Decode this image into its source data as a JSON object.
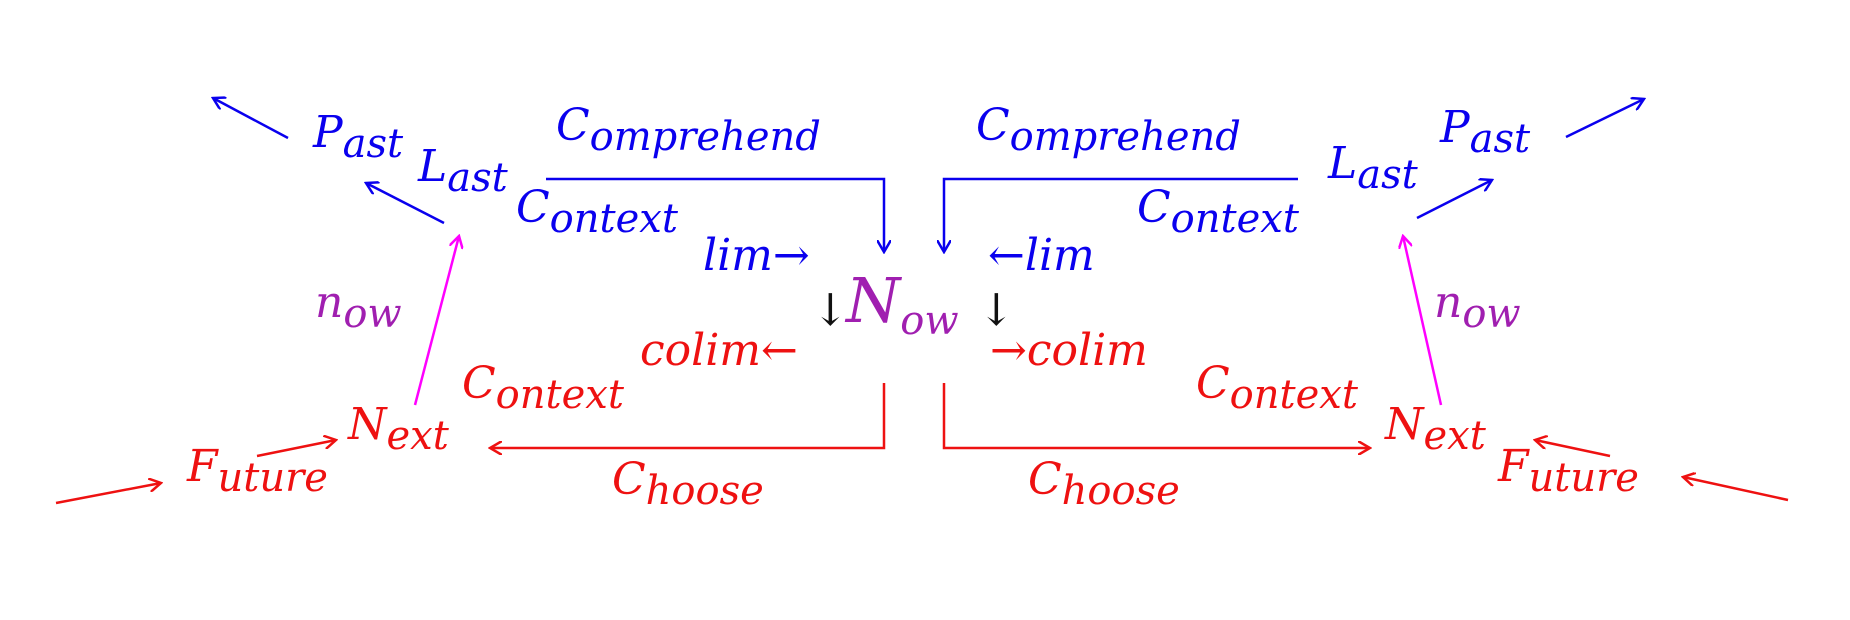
{
  "colors": {
    "past_side": "#0a00ee",
    "future_side": "#ee1111",
    "now": "#a01fb0",
    "now_arrow": "#ff00ff",
    "down_arrows": "#111111"
  },
  "left": {
    "past": {
      "cap": "P",
      "sub": "ast"
    },
    "last": {
      "cap": "L",
      "sub": "ast"
    },
    "comprehend": {
      "cap": "C",
      "sub": "omprehend"
    },
    "context_top": {
      "cap": "C",
      "sub": "ontext"
    },
    "lim": "lim→",
    "now_small": {
      "cap": "n",
      "sub": "ow"
    },
    "colim": "colim←",
    "context_bottom": {
      "cap": "C",
      "sub": "ontext"
    },
    "next": {
      "cap": "N",
      "sub": "ext"
    },
    "future": {
      "cap": "F",
      "sub": "uture"
    },
    "choose": {
      "cap": "C",
      "sub": "hoose"
    }
  },
  "right": {
    "past": {
      "cap": "P",
      "sub": "ast"
    },
    "last": {
      "cap": "L",
      "sub": "ast"
    },
    "comprehend": {
      "cap": "C",
      "sub": "omprehend"
    },
    "context_top": {
      "cap": "C",
      "sub": "ontext"
    },
    "lim": "←lim",
    "now_small": {
      "cap": "n",
      "sub": "ow"
    },
    "colim": "→colim",
    "context_bottom": {
      "cap": "C",
      "sub": "ontext"
    },
    "next": {
      "cap": "N",
      "sub": "ext"
    },
    "future": {
      "cap": "F",
      "sub": "uture"
    },
    "choose": {
      "cap": "C",
      "sub": "hoose"
    }
  },
  "center": {
    "now": {
      "cap": "N",
      "sub": "ow"
    },
    "down_left": "↓",
    "down_right": "↓"
  }
}
